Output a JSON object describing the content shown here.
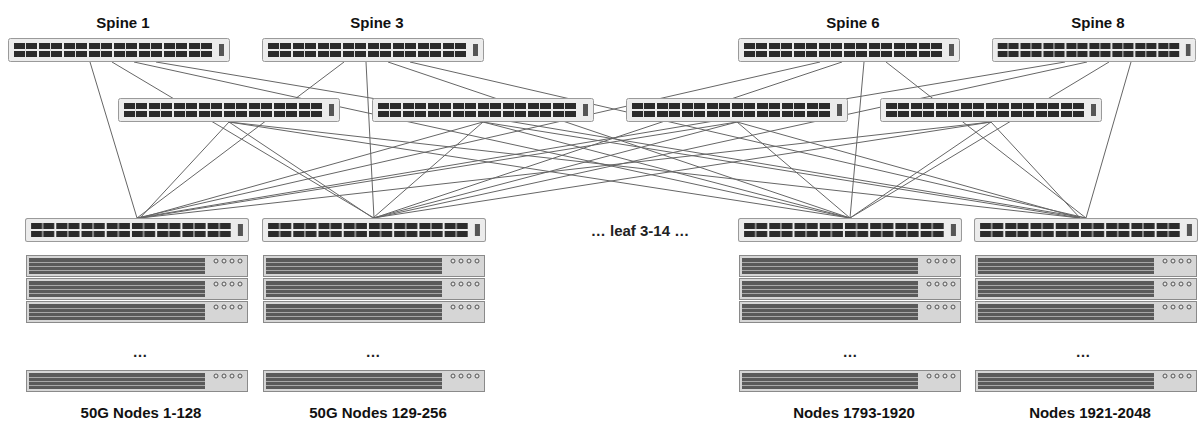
{
  "diagram": {
    "nodes": [
      {
        "text": [
          "Spine 1"
        ]
      },
      {
        "text": [
          "Spine 3"
        ]
      },
      {
        "text": [
          "Spine 6"
        ]
      },
      {
        "text": [
          "Spine 8"
        ]
      },
      {
        "text": [
          "50G Nodes 1-128"
        ]
      },
      {
        "text": [
          "50G Nodes 129-256"
        ]
      },
      {
        "text": [
          "Nodes 1793-1920"
        ]
      },
      {
        "text": [
          "Nodes 1921-2048"
        ]
      }
    ],
    "edges": [
      {
        "from": 0,
        "to": 4,
        "arrow": "none"
      },
      {
        "from": 0,
        "to": 5,
        "arrow": "none"
      },
      {
        "from": 0,
        "to": 6,
        "arrow": "none"
      },
      {
        "from": 0,
        "to": 7,
        "arrow": "none"
      },
      {
        "from": 1,
        "to": 4,
        "arrow": "none"
      },
      {
        "from": 1,
        "to": 5,
        "arrow": "none"
      },
      {
        "from": 1,
        "to": 6,
        "arrow": "none"
      },
      {
        "from": 1,
        "to": 7,
        "arrow": "none"
      },
      {
        "from": 2,
        "to": 4,
        "arrow": "none"
      },
      {
        "from": 2,
        "to": 5,
        "arrow": "none"
      },
      {
        "from": 2,
        "to": 6,
        "arrow": "none"
      },
      {
        "from": 2,
        "to": 7,
        "arrow": "none"
      },
      {
        "from": 3,
        "to": 4,
        "arrow": "none"
      },
      {
        "from": 3,
        "to": 5,
        "arrow": "none"
      },
      {
        "from": 3,
        "to": 6,
        "arrow": "none"
      },
      {
        "from": 3,
        "to": 7,
        "arrow": "none"
      }
    ],
    "labels": [
      "… leaf 3-14 …",
      "…",
      "…",
      "…",
      "…"
    ]
  }
}
